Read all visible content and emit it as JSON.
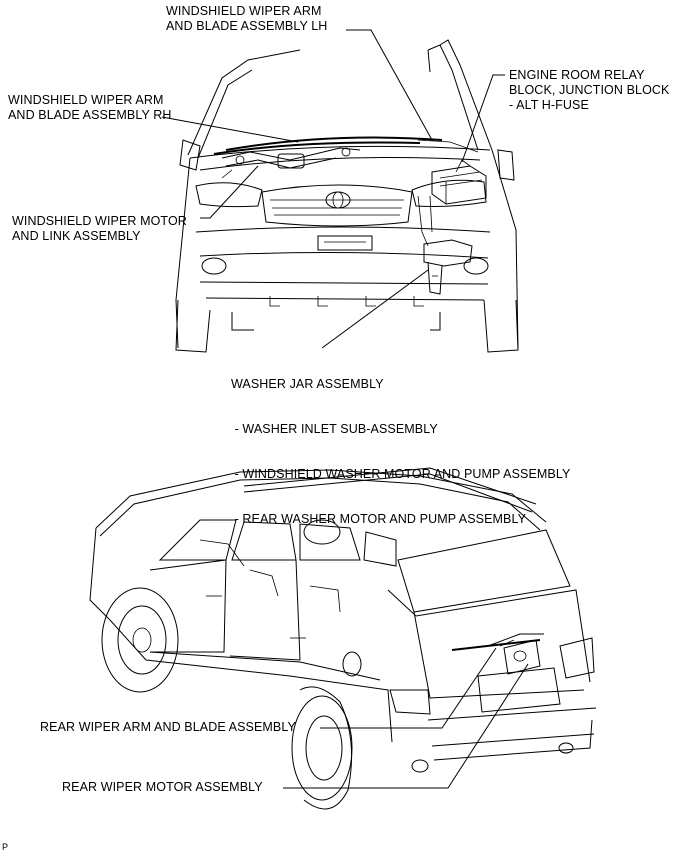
{
  "callouts": {
    "wiper_arm_lh": [
      "WINDSHIELD WIPER ARM",
      "AND BLADE ASSEMBLY LH"
    ],
    "relay_block": [
      "ENGINE ROOM RELAY",
      "BLOCK, JUNCTION BLOCK",
      "- ALT H-FUSE"
    ],
    "wiper_arm_rh": [
      "WINDSHIELD WIPER ARM",
      "AND BLADE ASSEMBLY RH"
    ],
    "wiper_motor": [
      "WINDSHIELD WIPER MOTOR",
      "AND LINK ASSEMBLY"
    ],
    "washer_jar": [
      "WASHER JAR ASSEMBLY",
      " - WASHER INLET SUB-ASSEMBLY",
      " - WINDSHIELD WASHER MOTOR AND PUMP ASSEMBLY",
      " - REAR WASHER MOTOR AND PUMP ASSEMBLY"
    ],
    "rear_wiper_arm": "REAR WIPER ARM AND BLADE ASSEMBLY",
    "rear_wiper_motor": "REAR WIPER MOTOR ASSEMBLY"
  },
  "figure_code": "P"
}
